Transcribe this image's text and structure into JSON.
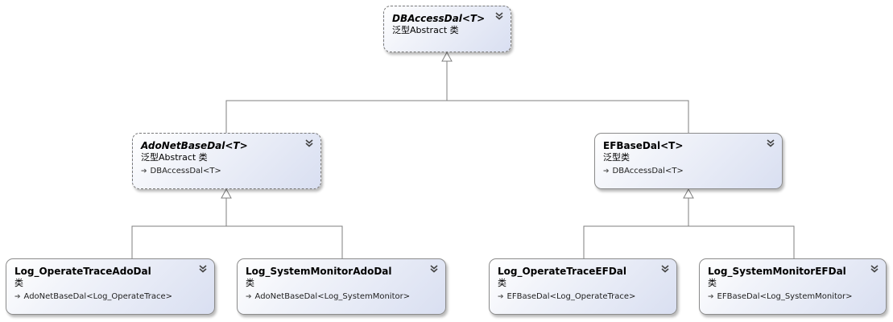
{
  "nodes": {
    "db_access_dal": {
      "title": "DBAccessDal<T>",
      "kind": "泛型Abstract 类",
      "base": ""
    },
    "ado_net_base_dal": {
      "title": "AdoNetBaseDal<T>",
      "kind": "泛型Abstract 类",
      "base": "DBAccessDal<T>"
    },
    "ef_base_dal": {
      "title": "EFBaseDal<T>",
      "kind": "泛型类",
      "base": "DBAccessDal<T>"
    },
    "log_operate_trace_ado": {
      "title": "Log_OperateTraceAdoDal",
      "kind": "类",
      "base": "AdoNetBaseDal<Log_OperateTrace>"
    },
    "log_system_monitor_ado": {
      "title": "Log_SystemMonitorAdoDal",
      "kind": "类",
      "base": "AdoNetBaseDal<Log_SystemMonitor>"
    },
    "log_operate_trace_ef": {
      "title": "Log_OperateTraceEFDal",
      "kind": "类",
      "base": "EFBaseDal<Log_OperateTrace>"
    },
    "log_system_monitor_ef": {
      "title": "Log_SystemMonitorEFDal",
      "kind": "类",
      "base": "EFBaseDal<Log_SystemMonitor>"
    }
  },
  "icons": {
    "collapse": "double-chevron-down-icon",
    "inherits": "inherits-arrow-icon"
  },
  "colors": {
    "connector": "#7f7f7f",
    "node_gradient_start": "#ffffff",
    "node_gradient_end": "#d9dff1"
  }
}
